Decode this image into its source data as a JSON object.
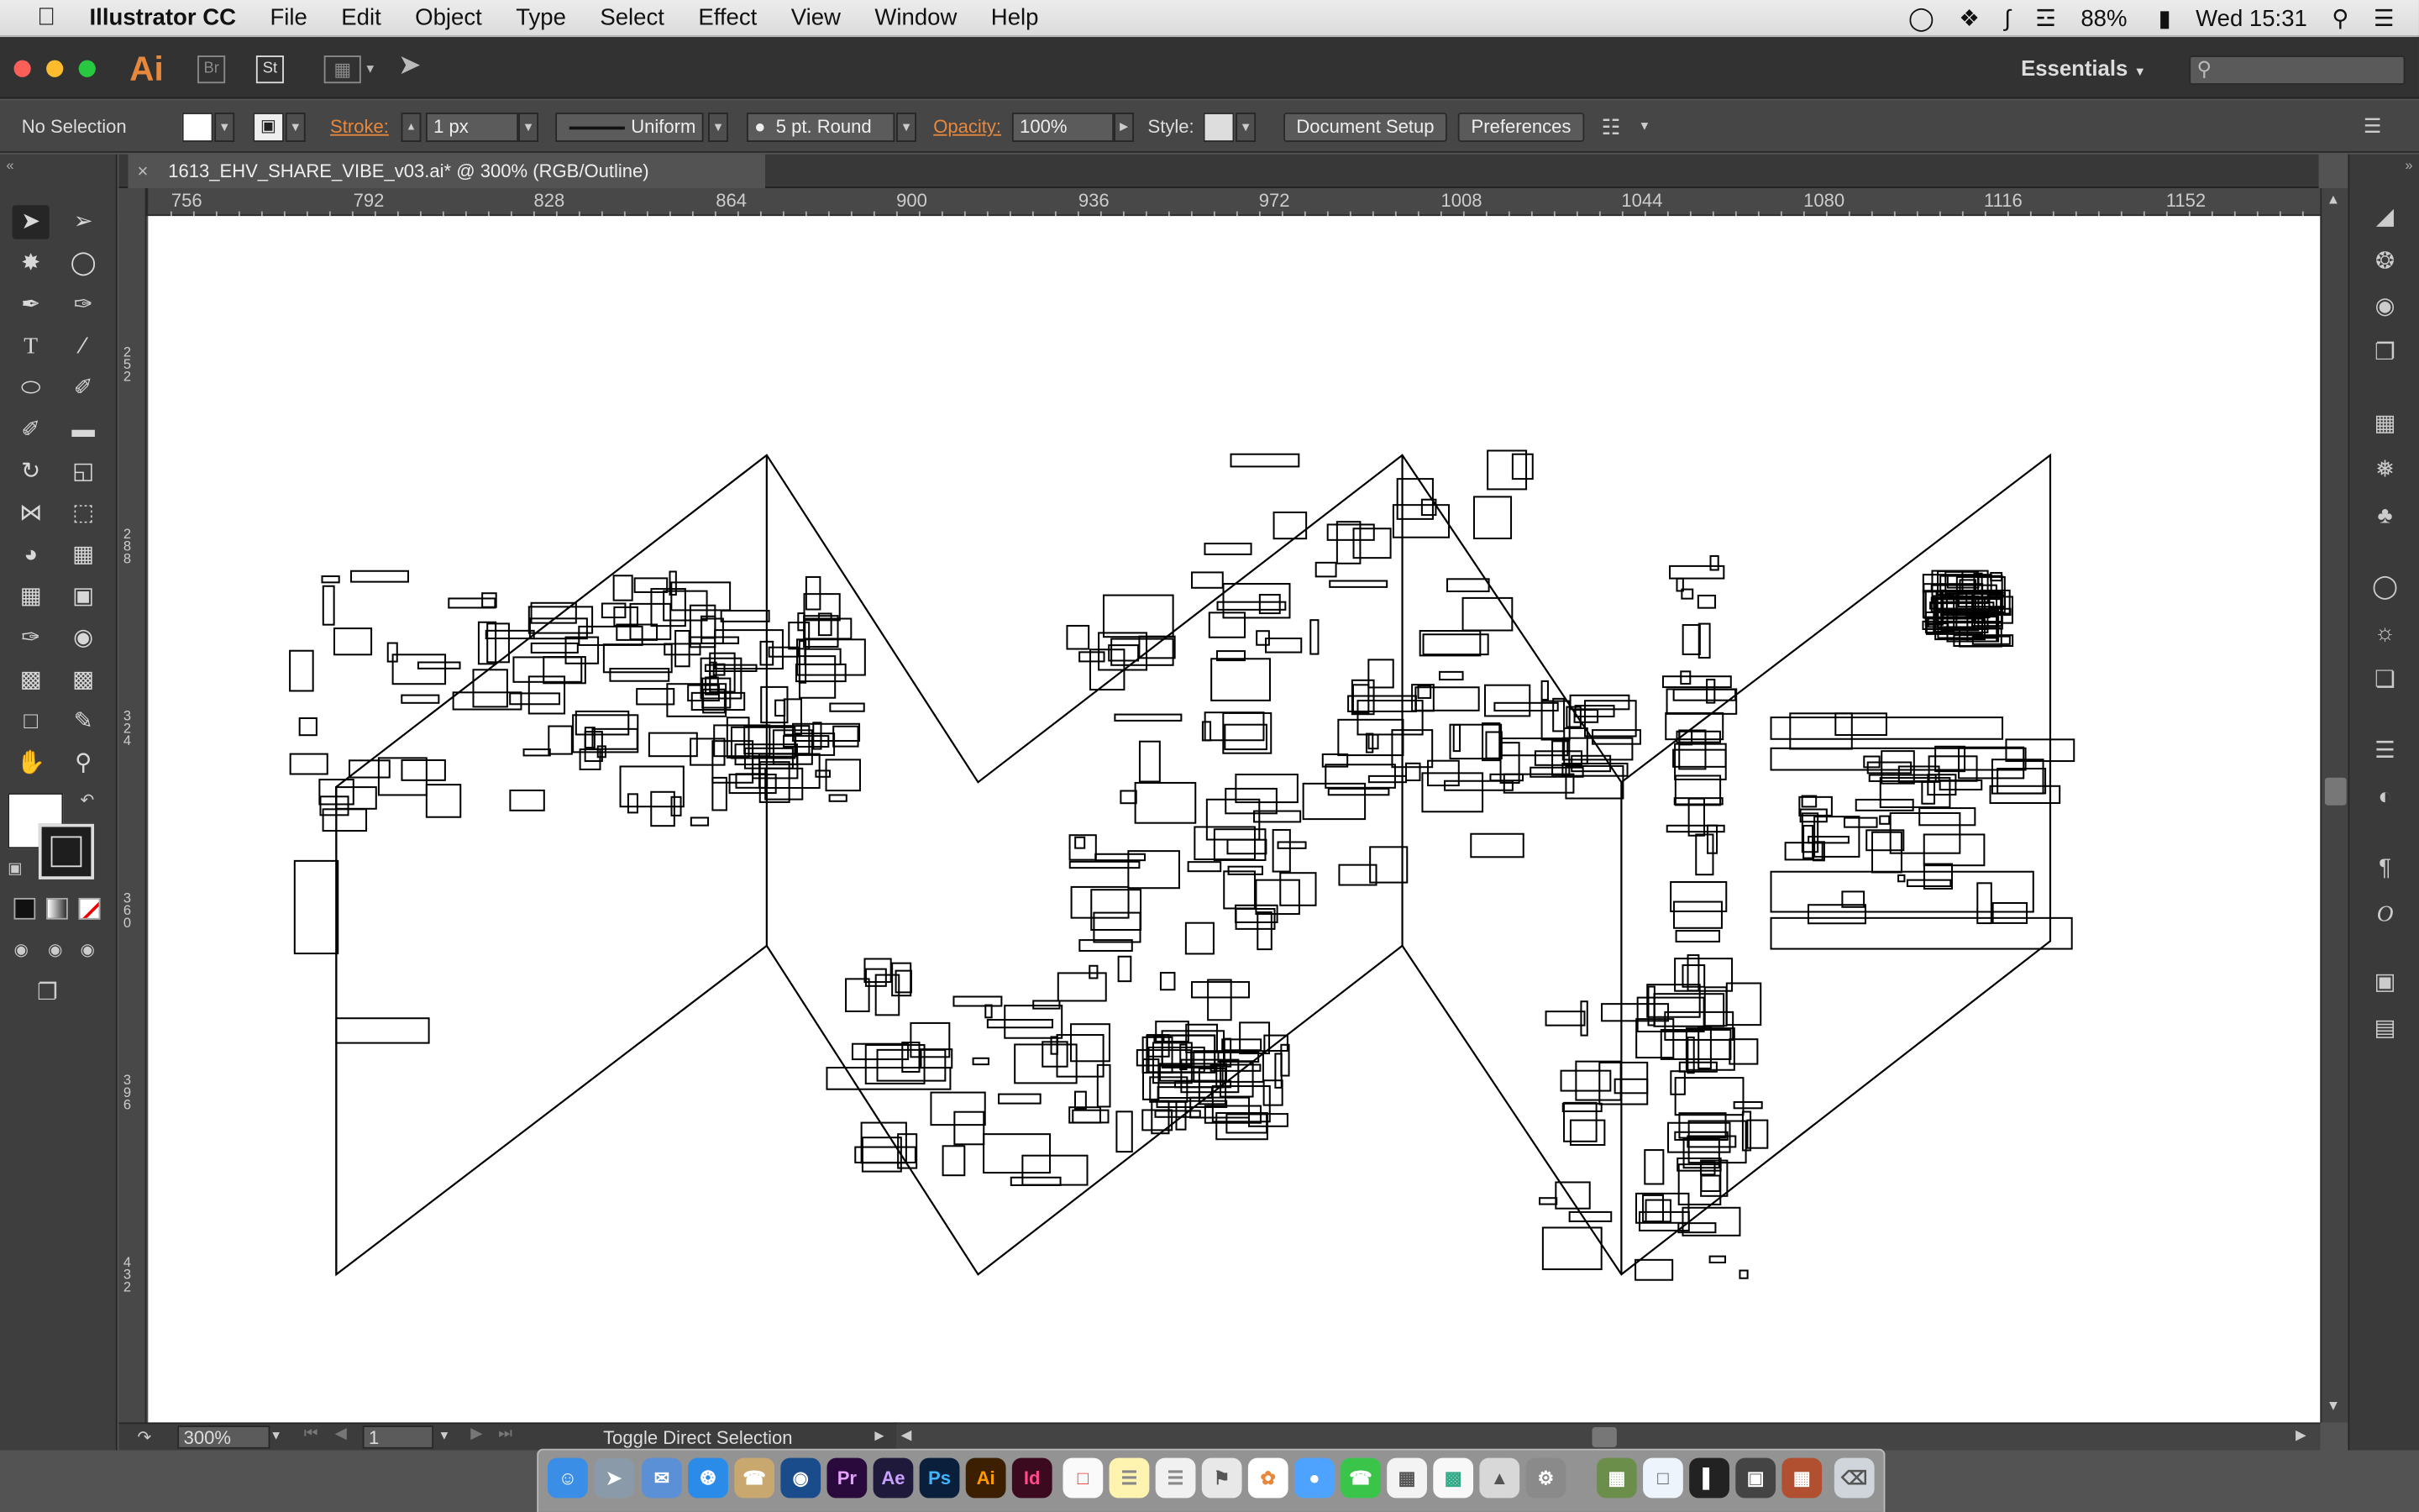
{
  "menubar": {
    "app_name": "Illustrator CC",
    "menus": [
      "File",
      "Edit",
      "Object",
      "Type",
      "Select",
      "Effect",
      "View",
      "Window",
      "Help"
    ],
    "battery": "88%",
    "clock": "Wed 15:31"
  },
  "appbar": {
    "logo": "Ai",
    "bridge": "Br",
    "stock": "St",
    "workspace": "Essentials"
  },
  "control": {
    "selection": "No Selection",
    "stroke_label": "Stroke:",
    "stroke_value": "1 px",
    "profile": "Uniform",
    "brush": "5 pt. Round",
    "opacity_label": "Opacity:",
    "opacity_value": "100%",
    "style_label": "Style:",
    "doc_setup": "Document Setup",
    "preferences": "Preferences"
  },
  "document": {
    "tab_title": "1613_EHV_SHARE_VIBE_v03.ai* @ 300% (RGB/Outline)",
    "ruler_h": [
      "756",
      "792",
      "828",
      "864",
      "900",
      "936",
      "972",
      "1008",
      "1044",
      "1080",
      "1116",
      "1152"
    ],
    "ruler_v": [
      "252",
      "288",
      "324",
      "360",
      "396",
      "432"
    ]
  },
  "status": {
    "zoom": "300%",
    "artboard": "1",
    "message": "Toggle Direct Selection"
  },
  "colors": {
    "accent": "#e8883c",
    "panel": "#535353",
    "canvas": "#ffffff"
  },
  "dock_apps": [
    "Pr",
    "Ae",
    "Ps",
    "Ai",
    "Id"
  ]
}
